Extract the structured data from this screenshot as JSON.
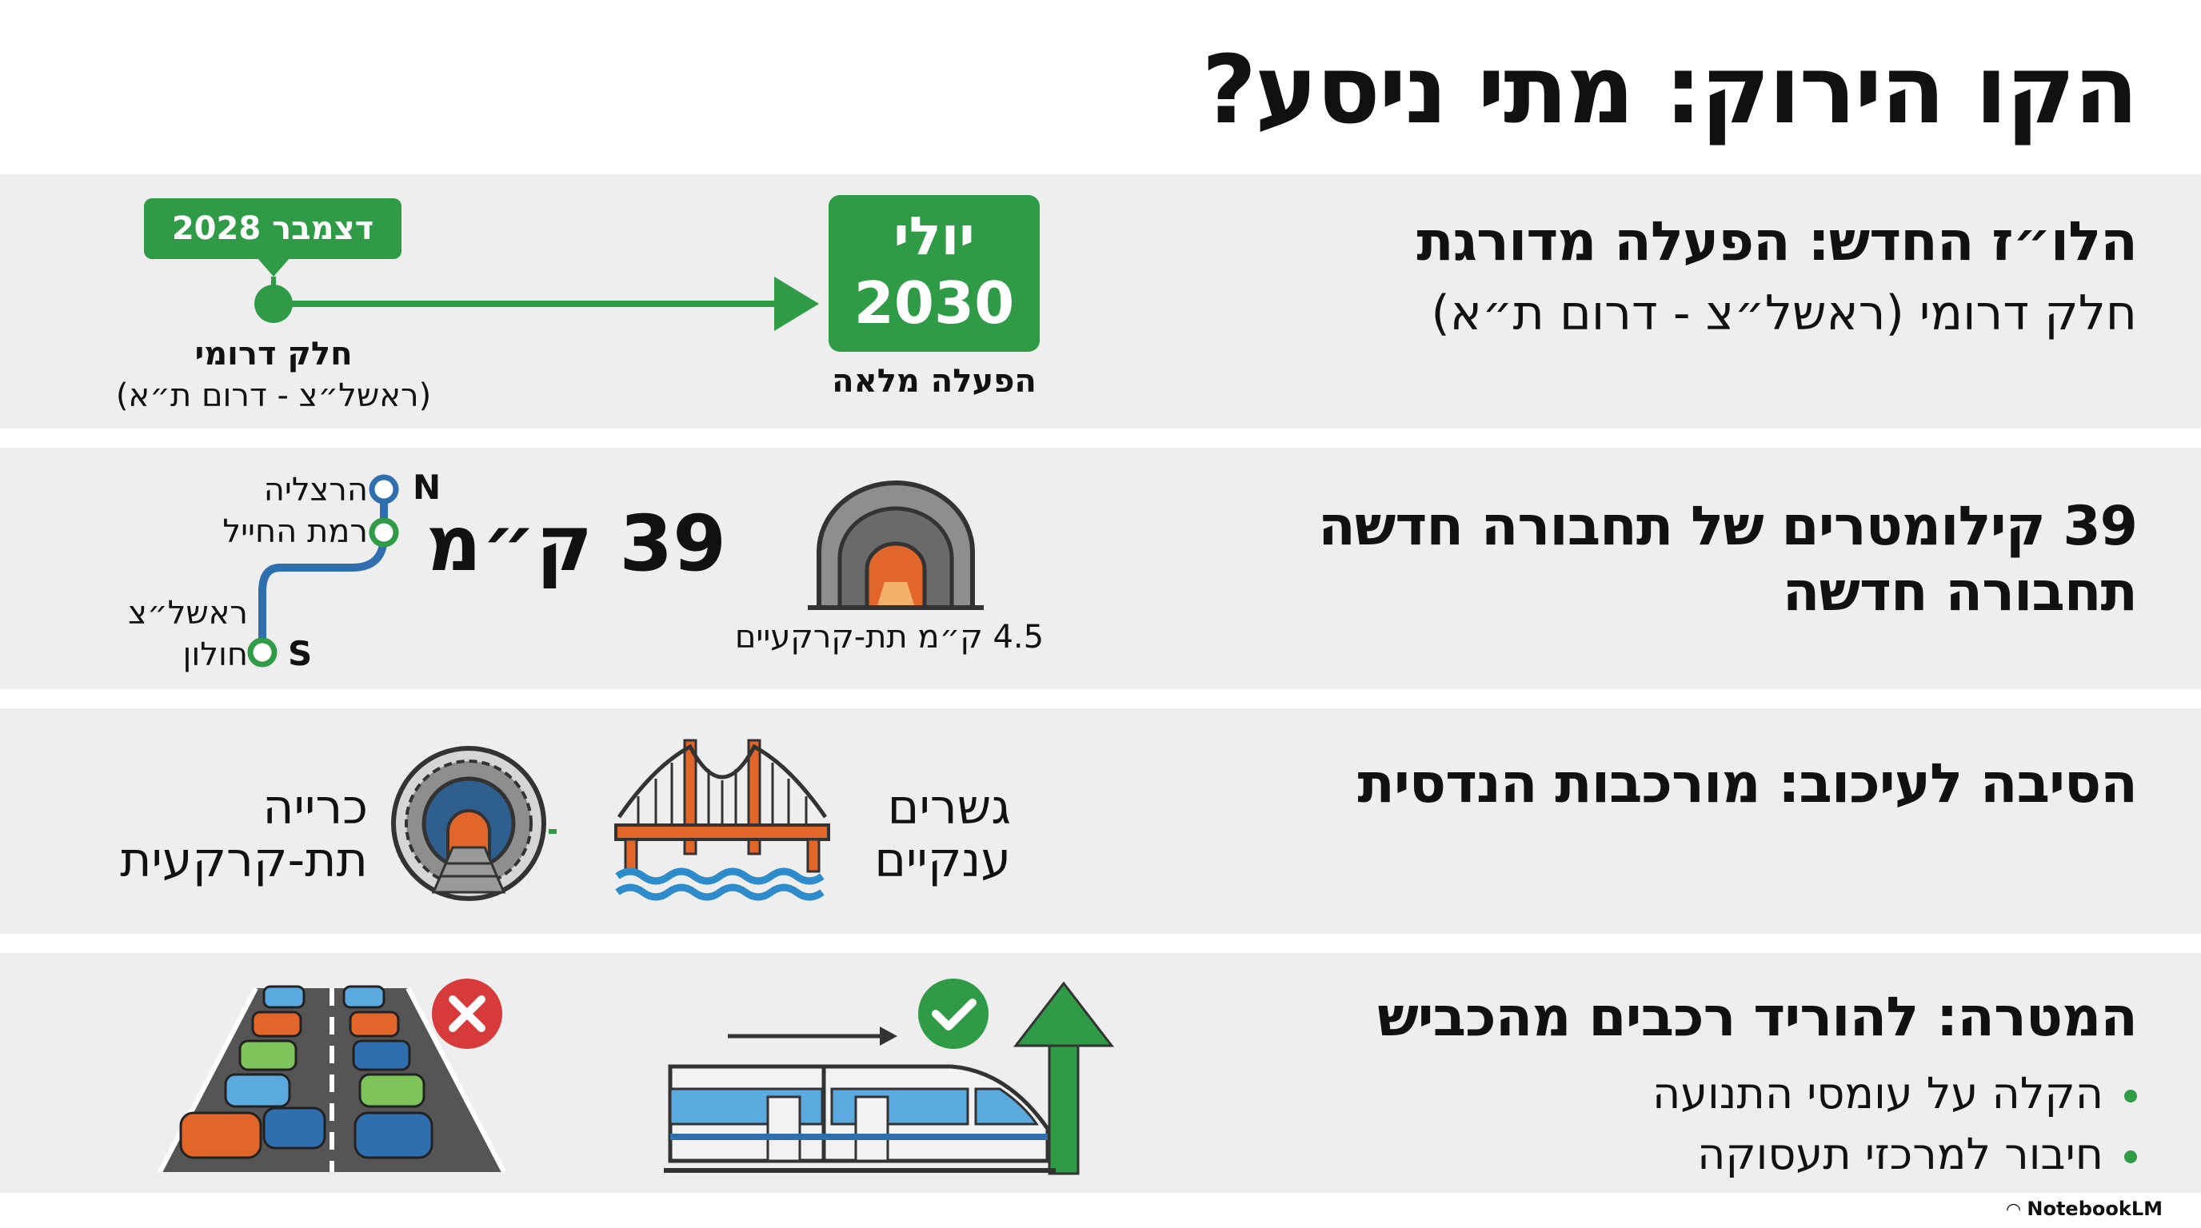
{
  "title": "הקו הירוק: מתי ניסע?",
  "colors": {
    "green": "#2f9b46",
    "blue": "#2f6fb0",
    "band": "#eeeeee",
    "orange": "#e2662a"
  },
  "section1": {
    "heading": "הלו״ז החדש: הפעלה מדורגת",
    "subheading": "חלק דרומי (ראשל״צ - דרום ת״א)",
    "start_badge": "דצמבר 2028",
    "start_label": "חלק דרומי",
    "start_sublabel": "(ראשל״צ - דרום ת״א)",
    "end_badge_month": "יולי",
    "end_badge_year": "2030",
    "end_label": "הפעלה מלאה",
    "icons": [
      "dot-icon",
      "arrow-right-icon"
    ]
  },
  "section2": {
    "heading_line1": "39 קילומטרים של תחבורה חדשה",
    "heading_line2": "תחבורה חדשה",
    "tunnel_caption": "4.5 ק״מ תת-קרקעיים",
    "big_km": "39 ק״מ",
    "map": {
      "north_letter": "N",
      "south_letter": "S",
      "stops": [
        "הרצליה",
        "רמת החייל",
        "ראשל״צ",
        "חולון"
      ]
    },
    "icons": [
      "tunnel-icon",
      "route-map-icon"
    ]
  },
  "section3": {
    "heading": "הסיבה לעיכוב: מורכבות הנדסית",
    "bridges_line1": "גשרים",
    "bridges_line2": "ענקיים",
    "tunneling_line1": "כרייה",
    "tunneling_line2": "תת-קרקעית",
    "icons": [
      "bridge-icon",
      "tunnel-boring-icon"
    ]
  },
  "section4": {
    "heading": "המטרה: להוריד רכבים מהכביש",
    "bullets": [
      "הקלה על עומסי התנועה",
      "חיבור למרכזי תעסוקה"
    ],
    "icons": [
      "train-icon",
      "check-icon",
      "up-arrow-icon",
      "traffic-jam-icon",
      "x-icon"
    ]
  },
  "brand": "NotebookLM"
}
